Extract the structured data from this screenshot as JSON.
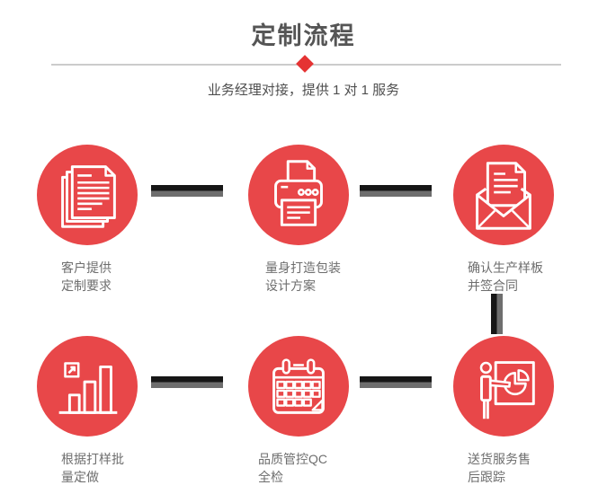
{
  "page": {
    "title": "定制流程",
    "subtitle": "业务经理对接，提供 1 对 1 服务"
  },
  "colors": {
    "accent_red": "#e84749",
    "diamond_red": "#e53333",
    "connector_dark": "#161616",
    "connector_gray": "#6e6e6e",
    "title_gray": "#555555",
    "label_gray": "#6e6e6e",
    "divider_gray": "#cccccc"
  },
  "steps": [
    {
      "icon": "documents-icon",
      "label_line1": "客户提供",
      "label_line2": "定制要求"
    },
    {
      "icon": "printer-icon",
      "label_line1": "量身打造包装",
      "label_line2": "设计方案"
    },
    {
      "icon": "envelope-icon",
      "label_line1": "确认生产样板",
      "label_line2": "并签合同"
    },
    {
      "icon": "bar-chart-icon",
      "label_line1": "根据打样批",
      "label_line2": "量定做"
    },
    {
      "icon": "calendar-icon",
      "label_line1": "品质管控QC",
      "label_line2": "全检"
    },
    {
      "icon": "presentation-icon",
      "label_line1": "送货服务售",
      "label_line2": "后跟踪"
    }
  ]
}
